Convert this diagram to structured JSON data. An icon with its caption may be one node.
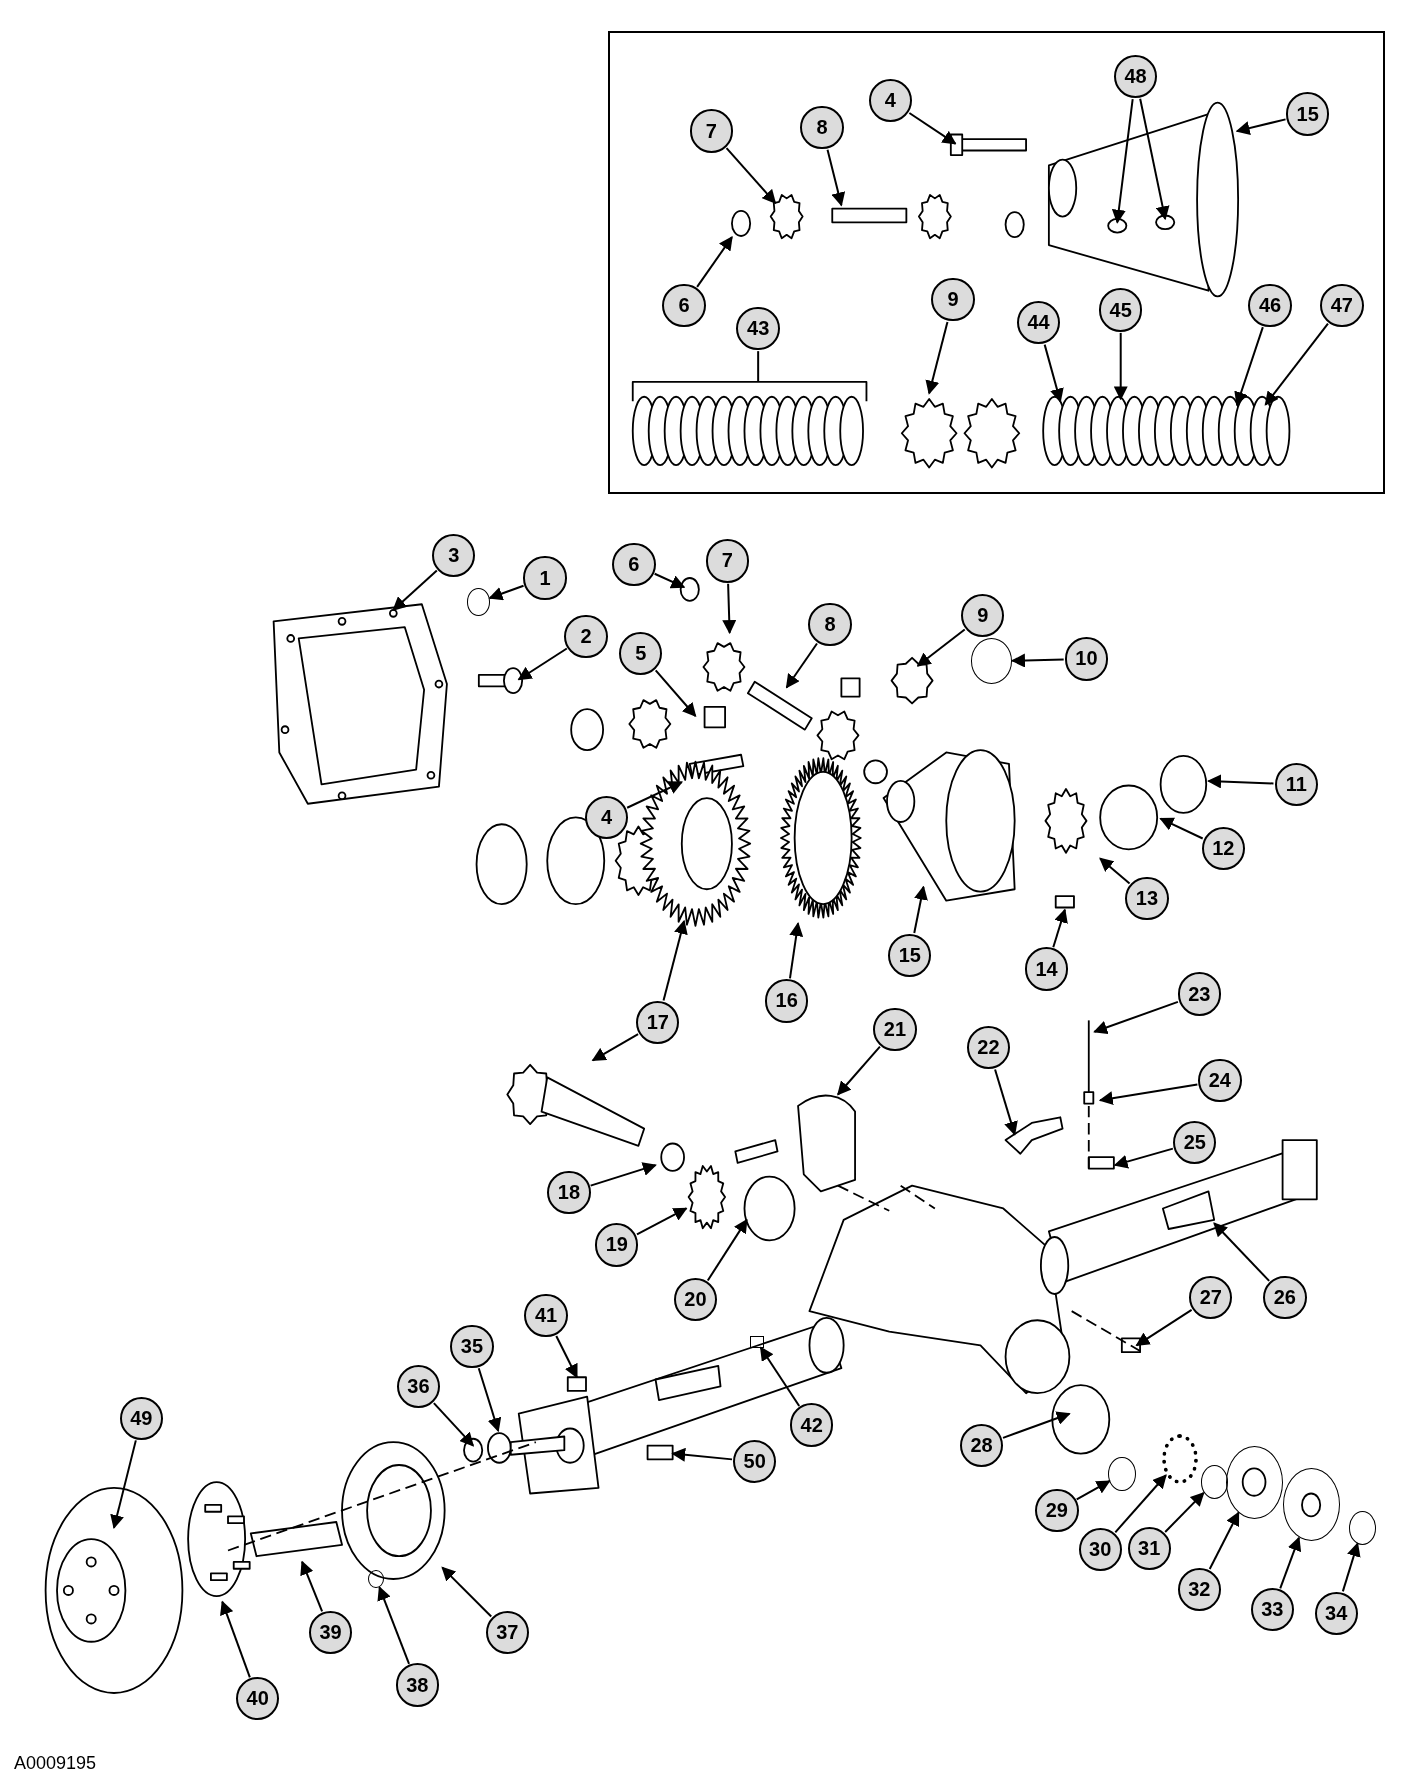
{
  "diagram": {
    "nodes": [
      {
        "text": [],
        "shape": "box"
      },
      {
        "text": [
          "48"
        ],
        "in": 0
      },
      {
        "text": [
          "4"
        ],
        "in": 0
      },
      {
        "text": [
          "15"
        ],
        "in": 0
      },
      {
        "text": [
          "7"
        ],
        "in": 0
      },
      {
        "text": [
          "8"
        ],
        "in": 0
      },
      {
        "text": [
          "6"
        ],
        "in": 0
      },
      {
        "text": [
          "9"
        ],
        "in": 0
      },
      {
        "text": [
          "43"
        ],
        "in": 0
      },
      {
        "text": [
          "44"
        ],
        "in": 0
      },
      {
        "text": [
          "45"
        ],
        "in": 0
      },
      {
        "text": [
          "46"
        ],
        "in": 0
      },
      {
        "text": [
          "47"
        ],
        "in": 0
      },
      {
        "text": [
          "3"
        ]
      },
      {
        "text": [
          "1"
        ]
      },
      {
        "text": [
          "6"
        ]
      },
      {
        "text": [
          "7"
        ]
      },
      {
        "text": [
          "2"
        ]
      },
      {
        "text": [
          "9"
        ]
      },
      {
        "text": [
          "5"
        ]
      },
      {
        "text": [
          "8"
        ]
      },
      {
        "text": [
          "10"
        ]
      },
      {
        "text": [
          "11"
        ]
      },
      {
        "text": [
          "4"
        ]
      },
      {
        "text": [
          "12"
        ]
      },
      {
        "text": [
          "13"
        ]
      },
      {
        "text": [
          "15"
        ]
      },
      {
        "text": [
          "14"
        ]
      },
      {
        "text": [
          "16"
        ]
      },
      {
        "text": [
          "17"
        ]
      },
      {
        "text": [
          "21"
        ]
      },
      {
        "text": [
          "23"
        ]
      },
      {
        "text": [
          "22"
        ]
      },
      {
        "text": [
          "24"
        ]
      },
      {
        "text": [
          "25"
        ]
      },
      {
        "text": [
          "18"
        ]
      },
      {
        "text": [
          "19"
        ]
      },
      {
        "text": [
          "20"
        ]
      },
      {
        "text": [
          "26"
        ]
      },
      {
        "text": [
          "27"
        ]
      },
      {
        "text": [
          "41"
        ]
      },
      {
        "text": [
          "35"
        ]
      },
      {
        "text": [
          "36"
        ]
      },
      {
        "text": [
          "42"
        ]
      },
      {
        "text": [
          "49"
        ]
      },
      {
        "text": [
          "50"
        ]
      },
      {
        "text": [
          "28"
        ]
      },
      {
        "text": [
          "29"
        ]
      },
      {
        "text": [
          "30"
        ]
      },
      {
        "text": [
          "31"
        ]
      },
      {
        "text": [
          "32"
        ]
      },
      {
        "text": [
          "33"
        ]
      },
      {
        "text": [
          "34"
        ]
      },
      {
        "text": [
          "37"
        ]
      },
      {
        "text": [
          "39"
        ]
      },
      {
        "text": [
          "38"
        ]
      },
      {
        "text": [
          "40"
        ]
      },
      {
        "text": [],
        "shape": "circle"
      },
      {
        "text": [],
        "shape": "circle"
      },
      {
        "text": [],
        "shape": "box"
      },
      {
        "text": [],
        "shape": "circle"
      },
      {
        "text": [],
        "shape": "circle"
      },
      {
        "text": [],
        "shape": "gear"
      },
      {
        "text": [],
        "shape": "circle"
      },
      {
        "text": [],
        "shape": "circle"
      },
      {
        "text": [],
        "shape": "circle"
      },
      {
        "text": [],
        "shape": "circle"
      }
    ],
    "edges": [
      {
        "from": 1,
        "to": null,
        "arrow": "to"
      },
      {
        "from": 1,
        "to": null,
        "arrow": "to"
      },
      {
        "from": 2,
        "to": null,
        "arrow": "to"
      },
      {
        "from": 3,
        "to": null,
        "arrow": "to"
      },
      {
        "from": 4,
        "to": null,
        "arrow": "to"
      },
      {
        "from": 5,
        "to": null,
        "arrow": "to"
      },
      {
        "from": 6,
        "to": null,
        "arrow": "to"
      },
      {
        "from": 7,
        "to": null,
        "arrow": "to"
      },
      {
        "from": 8,
        "to": null,
        "arrow": "none"
      },
      {
        "from": 9,
        "to": null,
        "arrow": "to"
      },
      {
        "from": 10,
        "to": null,
        "arrow": "to"
      },
      {
        "from": 11,
        "to": null,
        "arrow": "to"
      },
      {
        "from": 12,
        "to": null,
        "arrow": "to"
      },
      {
        "from": 13,
        "to": null,
        "arrow": "to"
      },
      {
        "from": 14,
        "to": 57,
        "arrow": "to"
      },
      {
        "from": 15,
        "to": null,
        "arrow": "to"
      },
      {
        "from": 16,
        "to": null,
        "arrow": "to"
      },
      {
        "from": 17,
        "to": null,
        "arrow": "to"
      },
      {
        "from": 18,
        "to": null,
        "arrow": "to"
      },
      {
        "from": 19,
        "to": null,
        "arrow": "to"
      },
      {
        "from": 20,
        "to": null,
        "arrow": "to"
      },
      {
        "from": 21,
        "to": 58,
        "arrow": "to"
      },
      {
        "from": 22,
        "to": null,
        "arrow": "to"
      },
      {
        "from": 23,
        "to": null,
        "arrow": "to"
      },
      {
        "from": 24,
        "to": null,
        "arrow": "to"
      },
      {
        "from": 25,
        "to": null,
        "arrow": "to"
      },
      {
        "from": 26,
        "to": null,
        "arrow": "to"
      },
      {
        "from": 27,
        "to": null,
        "arrow": "to"
      },
      {
        "from": 28,
        "to": null,
        "arrow": "to"
      },
      {
        "from": 29,
        "to": null,
        "arrow": "to"
      },
      {
        "from": 29,
        "to": null,
        "arrow": "to"
      },
      {
        "from": 30,
        "to": null,
        "arrow": "to"
      },
      {
        "from": 31,
        "to": null,
        "arrow": "to"
      },
      {
        "from": 32,
        "to": null,
        "arrow": "to"
      },
      {
        "from": 33,
        "to": null,
        "arrow": "to"
      },
      {
        "from": 34,
        "to": null,
        "arrow": "to"
      },
      {
        "from": 35,
        "to": null,
        "arrow": "to"
      },
      {
        "from": 36,
        "to": null,
        "arrow": "to"
      },
      {
        "from": 37,
        "to": null,
        "arrow": "to"
      },
      {
        "from": 38,
        "to": null,
        "arrow": "to"
      },
      {
        "from": 39,
        "to": null,
        "arrow": "to"
      },
      {
        "from": 40,
        "to": null,
        "arrow": "to"
      },
      {
        "from": 41,
        "to": null,
        "arrow": "to"
      },
      {
        "from": 42,
        "to": null,
        "arrow": "to"
      },
      {
        "from": 43,
        "to": 59,
        "arrow": "to"
      },
      {
        "from": 44,
        "to": null,
        "arrow": "to"
      },
      {
        "from": 45,
        "to": null,
        "arrow": "to"
      },
      {
        "from": 46,
        "to": null,
        "arrow": "to"
      },
      {
        "from": 47,
        "to": 60,
        "arrow": "to"
      },
      {
        "from": 48,
        "to": 62,
        "arrow": "to"
      },
      {
        "from": 49,
        "to": 63,
        "arrow": "to"
      },
      {
        "from": 50,
        "to": 64,
        "arrow": "to"
      },
      {
        "from": 51,
        "to": 65,
        "arrow": "to"
      },
      {
        "from": 52,
        "to": 66,
        "arrow": "to"
      },
      {
        "from": 53,
        "to": null,
        "arrow": "to"
      },
      {
        "from": 54,
        "to": null,
        "arrow": "to"
      },
      {
        "from": 55,
        "to": 61,
        "arrow": "to"
      },
      {
        "from": 56,
        "to": null,
        "arrow": "to"
      }
    ],
    "labels": [
      "A0009195"
    ]
  }
}
